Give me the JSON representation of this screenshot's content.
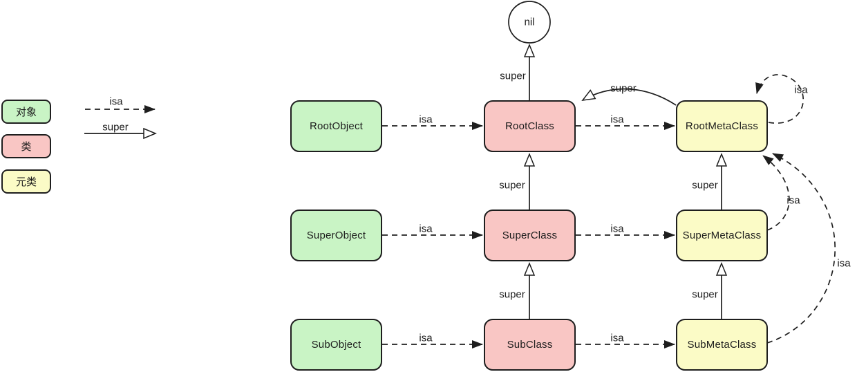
{
  "legend": {
    "items": [
      {
        "label": "对象"
      },
      {
        "label": "类"
      },
      {
        "label": "元类"
      }
    ],
    "isa_label": "isa",
    "super_label": "super"
  },
  "colors": {
    "object": "#c9f4c5",
    "class": "#f9c6c4",
    "metaclass": "#fbfbc6",
    "line": "#1e1e1e"
  },
  "diagram": {
    "nil": "nil",
    "nodes": {
      "root_object": "RootObject",
      "root_class": "RootClass",
      "root_meta_class": "RootMetaClass",
      "super_object": "SuperObject",
      "super_class": "SuperClass",
      "super_meta_class": "SuperMetaClass",
      "sub_object": "SubObject",
      "sub_class": "SubClass",
      "sub_meta_class": "SubMetaClass"
    },
    "edge_labels": {
      "rootobject_isa": "isa",
      "rootclass_isa": "isa",
      "superobject_isa": "isa",
      "superclass_isa": "isa",
      "subobject_isa": "isa",
      "subclass_isa": "isa",
      "rootclass_super": "super",
      "superclass_super": "super",
      "subclass_super": "super",
      "supermeta_super": "super",
      "submeta_super": "super",
      "rootmeta_super": "super",
      "rootmeta_isa_self": "isa",
      "supermeta_isa": "isa",
      "submeta_isa": "isa"
    }
  }
}
